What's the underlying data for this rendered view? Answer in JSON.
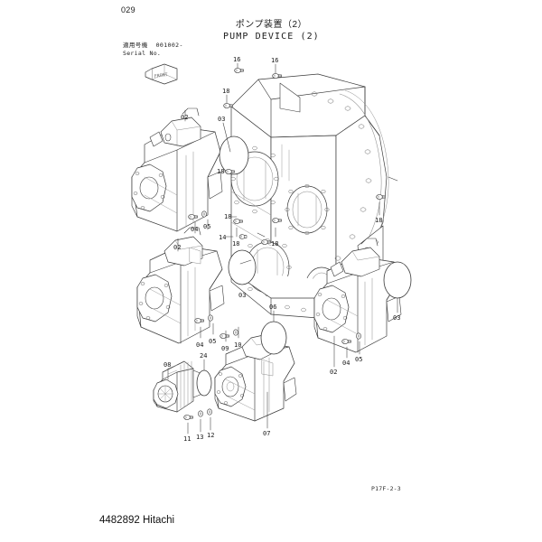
{
  "sheet": {
    "page_number": "029",
    "page_code": "P17F-2-3",
    "footer_id": "4482892 Hitachi"
  },
  "title": {
    "japanese": "ポンプ装置（2）",
    "english": "PUMP DEVICE (2)"
  },
  "serial": {
    "label_jp": "適用号機",
    "label_en": "Serial No.",
    "value": "001002-",
    "front_marker": "FRONT"
  },
  "callouts": {
    "c16a": "16",
    "c16b": "16",
    "c18_top_left": "18",
    "c03_upper_left": "03",
    "c02_upper_pump": "02",
    "c04_upper_pump": "04",
    "c05_upper_pump": "05",
    "c18_mid_small": "18",
    "c18_mid_left": "18",
    "c18_mid_center": "18",
    "c18_mid_right": "18",
    "c18_right_edge": "18",
    "c14": "14",
    "c02_mid_pump": "02",
    "c03_mid_pump": "03",
    "c04_mid_pump": "04",
    "c05_mid_pump": "05",
    "c09": "09",
    "c10": "10",
    "c06": "06",
    "c24": "24",
    "c07": "07",
    "c08": "08",
    "c11": "11",
    "c12": "12",
    "c13": "13",
    "c02_right_pump": "02",
    "c03_right_pump": "03",
    "c04_right_pump": "04",
    "c05_right_pump": "05"
  },
  "colors": {
    "line": "#3a3a3a",
    "line_light": "#8d8d8d",
    "text": "#1a1a1a",
    "background": "#ffffff"
  }
}
